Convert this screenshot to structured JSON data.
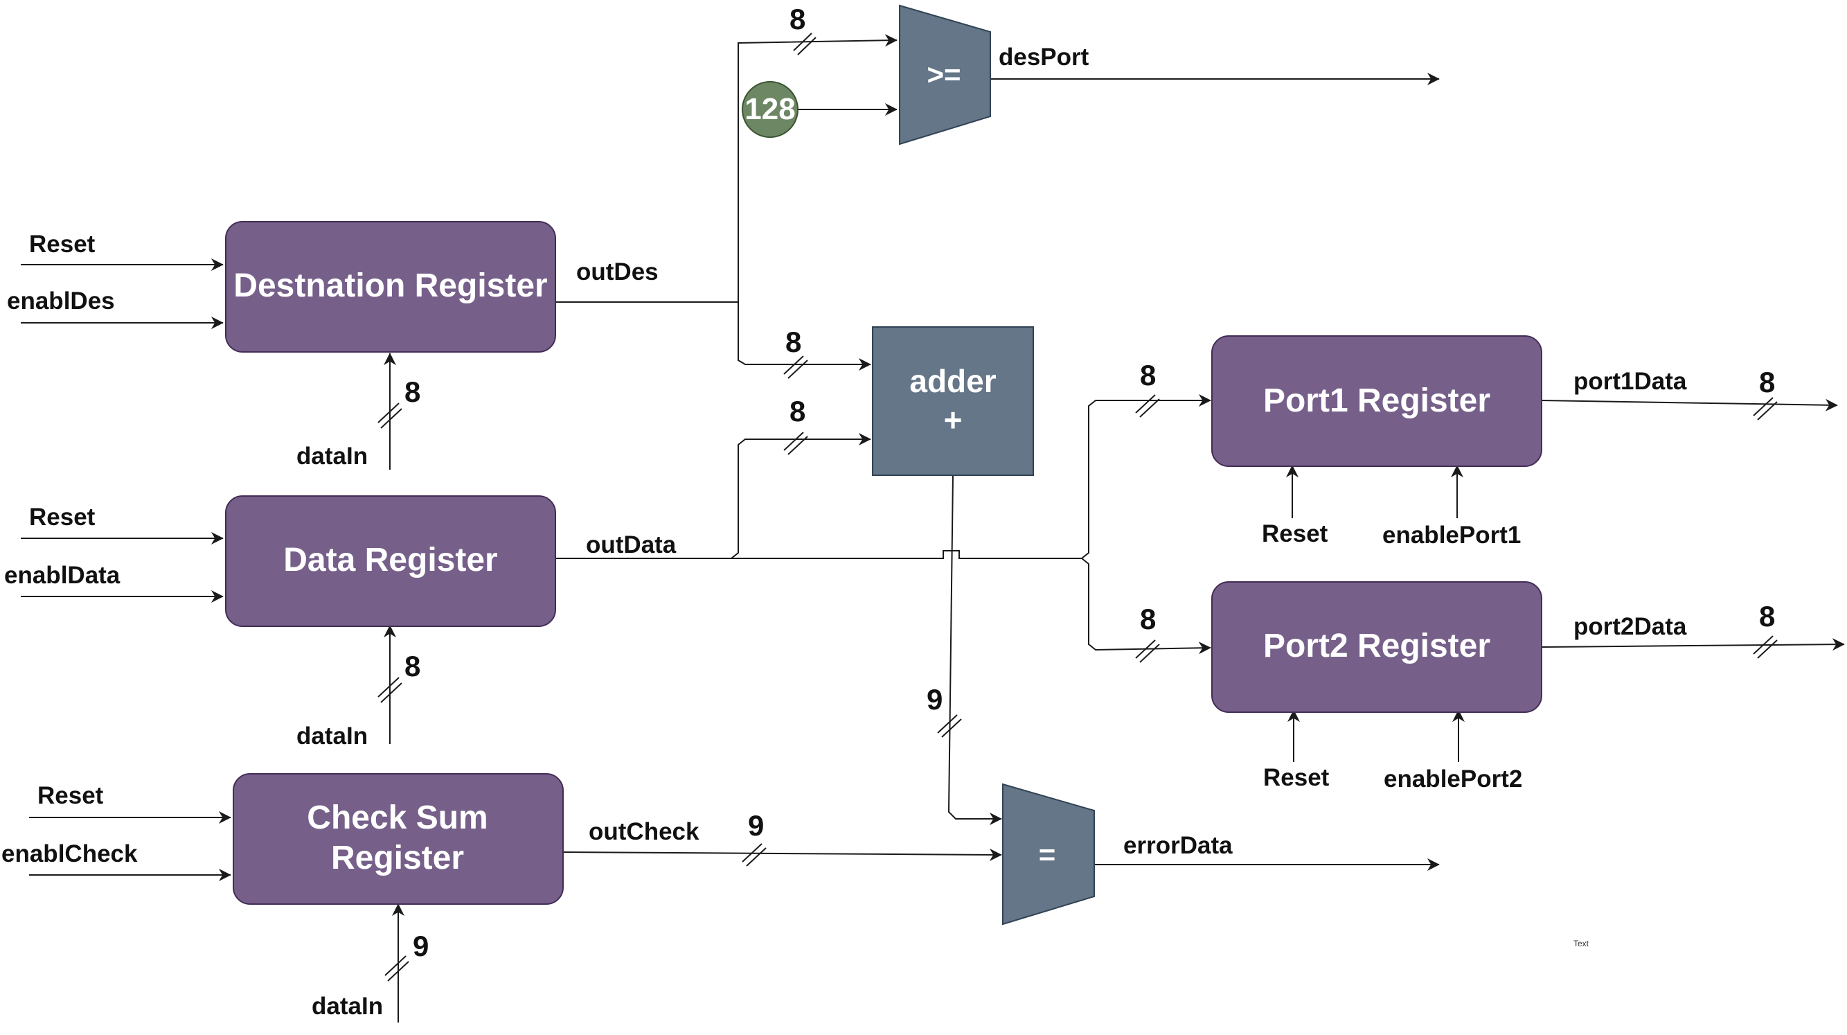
{
  "colors": {
    "register_fill": "#76608a",
    "register_stroke": "#432d57",
    "operator_fill": "#647687",
    "operator_stroke": "#314354",
    "constant_fill": "#6d8764",
    "constant_stroke": "#3a5431",
    "wire": "#1a1a1a"
  },
  "blocks": {
    "dest_register": "Destnation Register",
    "data_register": "Data Register",
    "checksum_register_line1": "Check Sum",
    "checksum_register_line2": "Register",
    "port1_register": "Port1 Register",
    "port2_register": "Port2 Register",
    "adder_line1": "adder",
    "adder_line2": "+",
    "comparator_ge": ">=",
    "comparator_eq": "=",
    "constant": "128"
  },
  "signals": {
    "reset": "Reset",
    "enabl_des": "enablDes",
    "enabl_data": "enablData",
    "enabl_check": "enablCheck",
    "data_in": "dataIn",
    "out_des": "outDes",
    "out_data": "outData",
    "out_check": "outCheck",
    "des_port": "desPort",
    "error_data": "errorData",
    "port1_data": "port1Data",
    "port2_data": "port2Data",
    "enable_port1": "enablePort1",
    "enable_port2": "enablePort2"
  },
  "widths": {
    "eight": "8",
    "nine": "9"
  },
  "misc": {
    "text_placeholder": "Text"
  }
}
